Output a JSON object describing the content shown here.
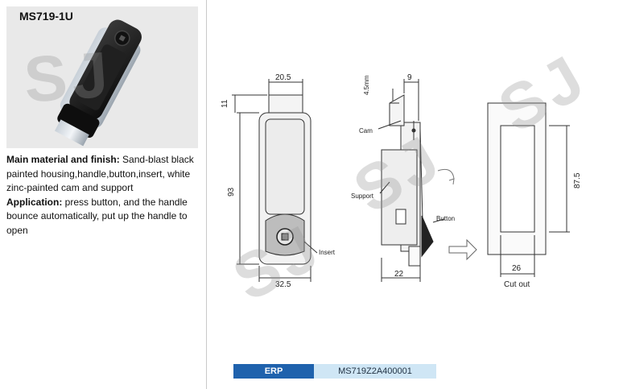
{
  "product": {
    "model": "MS719-1U",
    "material_label": "Main material and finish:",
    "material_text": " Sand-blast black painted housing,handle,button,insert, white zinc-painted cam and support",
    "application_label": "Application:",
    "application_text": " press button, and the handle bounce automatically, put up the handle to open"
  },
  "watermark": "SJ",
  "front_view": {
    "dim_width_top": "20.5",
    "dim_top_offset": "11",
    "dim_height": "93",
    "dim_width_bottom": "32.5",
    "label_insert": "Insert"
  },
  "side_view": {
    "dim_top": "9",
    "dim_cam_travel": "4.5mm",
    "dim_bottom": "22",
    "label_cam": "Cam",
    "label_support": "Support",
    "label_button": "Button"
  },
  "cutout_view": {
    "dim_height": "87.5",
    "dim_width": "26",
    "label": "Cut out"
  },
  "erp": {
    "label": "ERP",
    "value": "MS719Z2A400001"
  },
  "colors": {
    "erp_label_bg": "#1f62ad",
    "erp_value_bg": "#cfe6f5",
    "housing": "#1a1a1a"
  }
}
